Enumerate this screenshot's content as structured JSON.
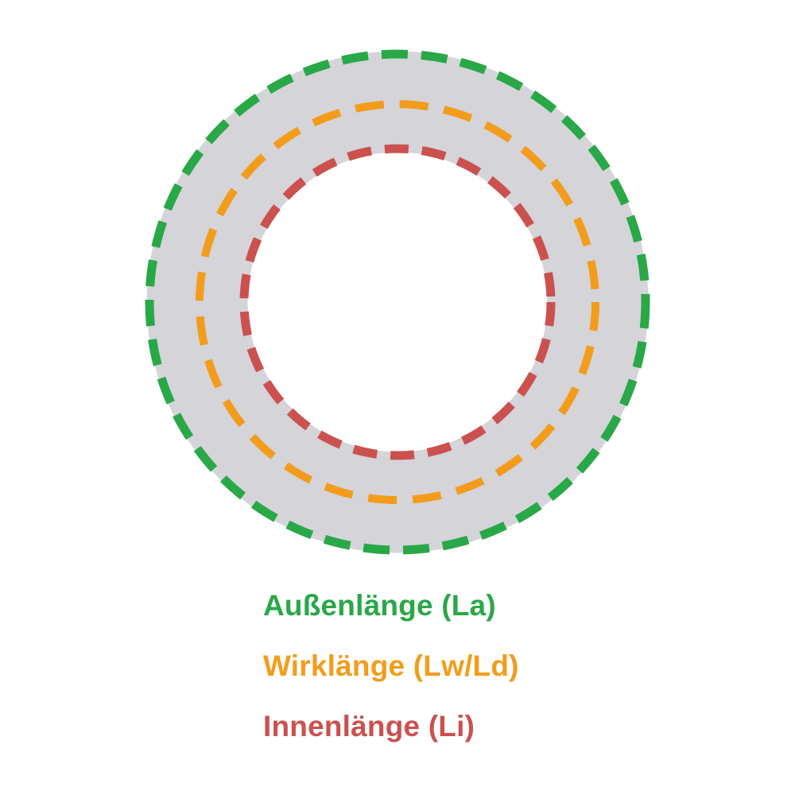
{
  "diagram": {
    "type": "v-belt-length-diagram",
    "belt_color": "#d4d4d9",
    "background_color": "#ffffff",
    "rings": [
      {
        "id": "outer",
        "label": "Außenlänge (La)",
        "color": "#29a847"
      },
      {
        "id": "effective",
        "label": "Wirklänge (Lw/Ld)",
        "color": "#f39c1b"
      },
      {
        "id": "inner",
        "label": "Innenlänge (Li)",
        "color": "#cb514f"
      }
    ]
  }
}
